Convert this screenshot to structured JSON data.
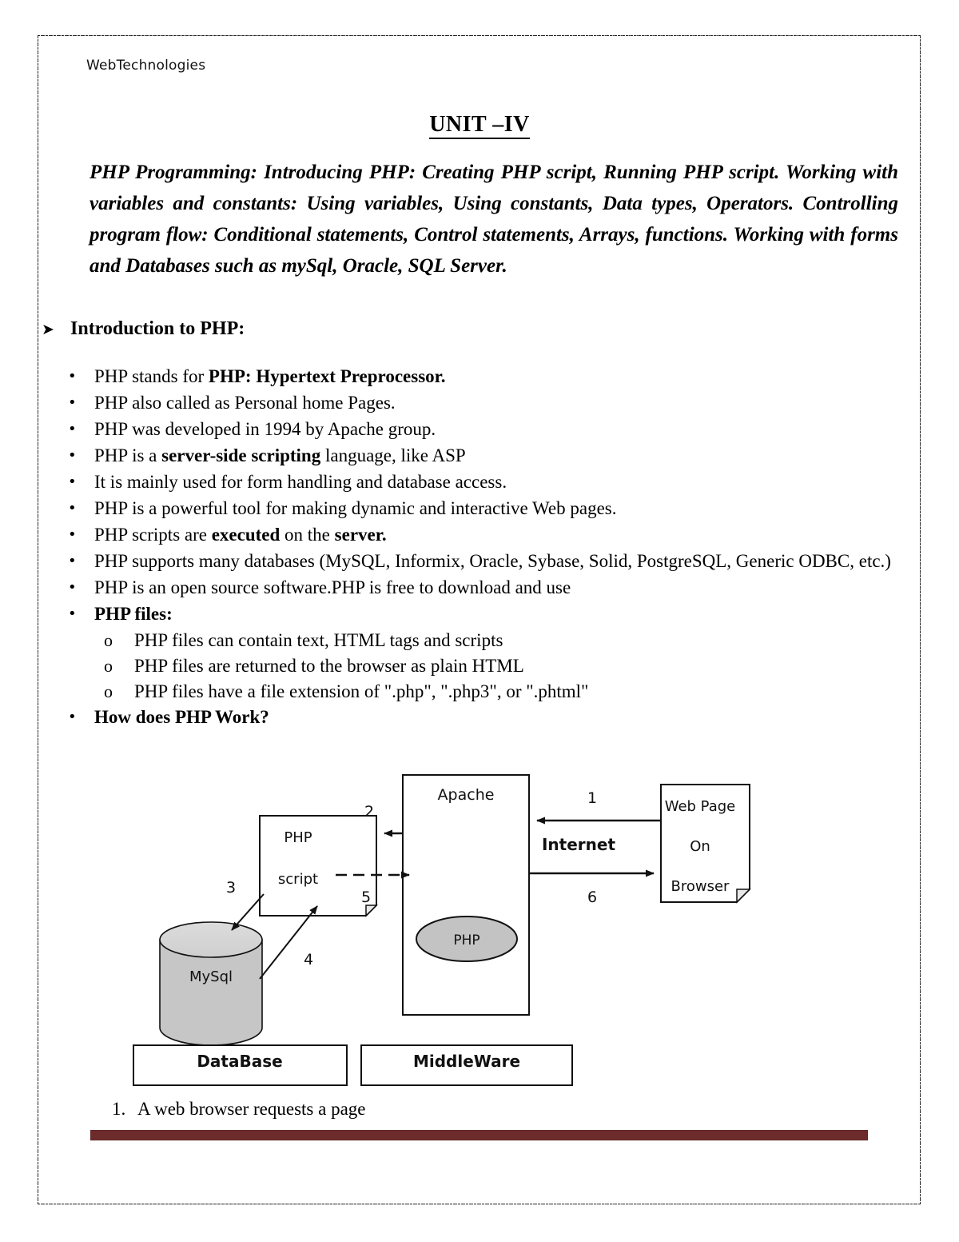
{
  "page": {
    "header_text": "WebTechnologies",
    "unit_title": "UNIT –IV",
    "syllabus": "PHP Programming: Introducing PHP: Creating PHP script, Running PHP script. Working with variables and constants: Using variables, Using constants, Data types, Operators. Controlling program flow: Conditional statements, Control statements, Arrays, functions. Working with forms and Databases such as mySql, Oracle, SQL Server.",
    "rule_color": "#6e2b2b"
  },
  "section": {
    "arrow_marker": "➤",
    "heading": "Introduction to PHP:"
  },
  "bullets": {
    "marker": "•",
    "sub_marker": "o",
    "items": [
      {
        "text": "PHP stands for PHP: Hypertext Preprocessor.",
        "bold_parts": [
          "PHP: Hypertext Preprocessor."
        ]
      },
      {
        "text": "PHP also called as Personal home Pages."
      },
      {
        "text": "PHP was developed in 1994 by Apache group."
      },
      {
        "text": "PHP is a server-side scripting language, like ASP",
        "bold_parts": [
          "server-side scripting"
        ]
      },
      {
        "text": "It is mainly used for form handling and database access."
      },
      {
        "text": "PHP is a powerful tool for making dynamic and interactive Web pages."
      },
      {
        "text": "PHP scripts are executed on the server.",
        "bold_parts": [
          "executed",
          "server."
        ]
      },
      {
        "text": "PHP supports many databases (MySQL, Informix, Oracle, Sybase, Solid, PostgreSQL, Generic ODBC, etc.)"
      },
      {
        "text": "PHP is an open source software.PHP is free to download and use"
      },
      {
        "text": "PHP files:",
        "bold": true
      },
      {
        "text": "How does PHP Work?",
        "bold": true
      }
    ],
    "sub_items": [
      "PHP files can contain text, HTML tags and scripts",
      "PHP files are returned to the browser as plain HTML",
      "PHP files have a file extension of \".php\", \".php3\", or \".phtml\""
    ]
  },
  "diagram": {
    "title": "How does PHP Work?",
    "nodes": {
      "php_script": {
        "label_line1": "PHP",
        "label_line2": "script",
        "shape": "document"
      },
      "apache": {
        "label": "Apache",
        "shape": "rect"
      },
      "php_engine": {
        "label": "PHP",
        "shape": "ellipse",
        "fill": "#c3c3c3"
      },
      "mysql": {
        "label": "MySql",
        "shape": "cylinder",
        "fill": "#c6c6c6"
      },
      "web_page": {
        "label_line1": "Web Page",
        "label_line2": "On",
        "label_line3": "Browser",
        "shape": "document"
      },
      "database_box": {
        "label": "DataBase",
        "shape": "rect"
      },
      "middleware_box": {
        "label": "MiddleWare",
        "shape": "rect"
      }
    },
    "edge_labels": {
      "internet": "Internet",
      "e1": "1",
      "e2": "2",
      "e3": "3",
      "e4": "4",
      "e5": "5",
      "e6": "6"
    }
  },
  "steps": {
    "items": [
      {
        "num": "1.",
        "text": "A web browser requests a page"
      }
    ]
  }
}
